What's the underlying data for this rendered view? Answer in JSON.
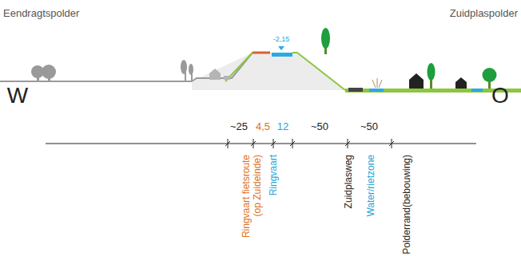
{
  "diagram": {
    "labels": [
      "Eendragtspolder",
      "Zuidplaspolder",
      "W",
      "O",
      "-2,15",
      "~25",
      "4,5",
      "12",
      "~50",
      "~50",
      "Ringvaart fietsroute (op Zuideinde)",
      "Ringvaart",
      "Zuidplasweg",
      "Water/rietzone",
      "Polderrand(bebouwing)"
    ]
  }
}
